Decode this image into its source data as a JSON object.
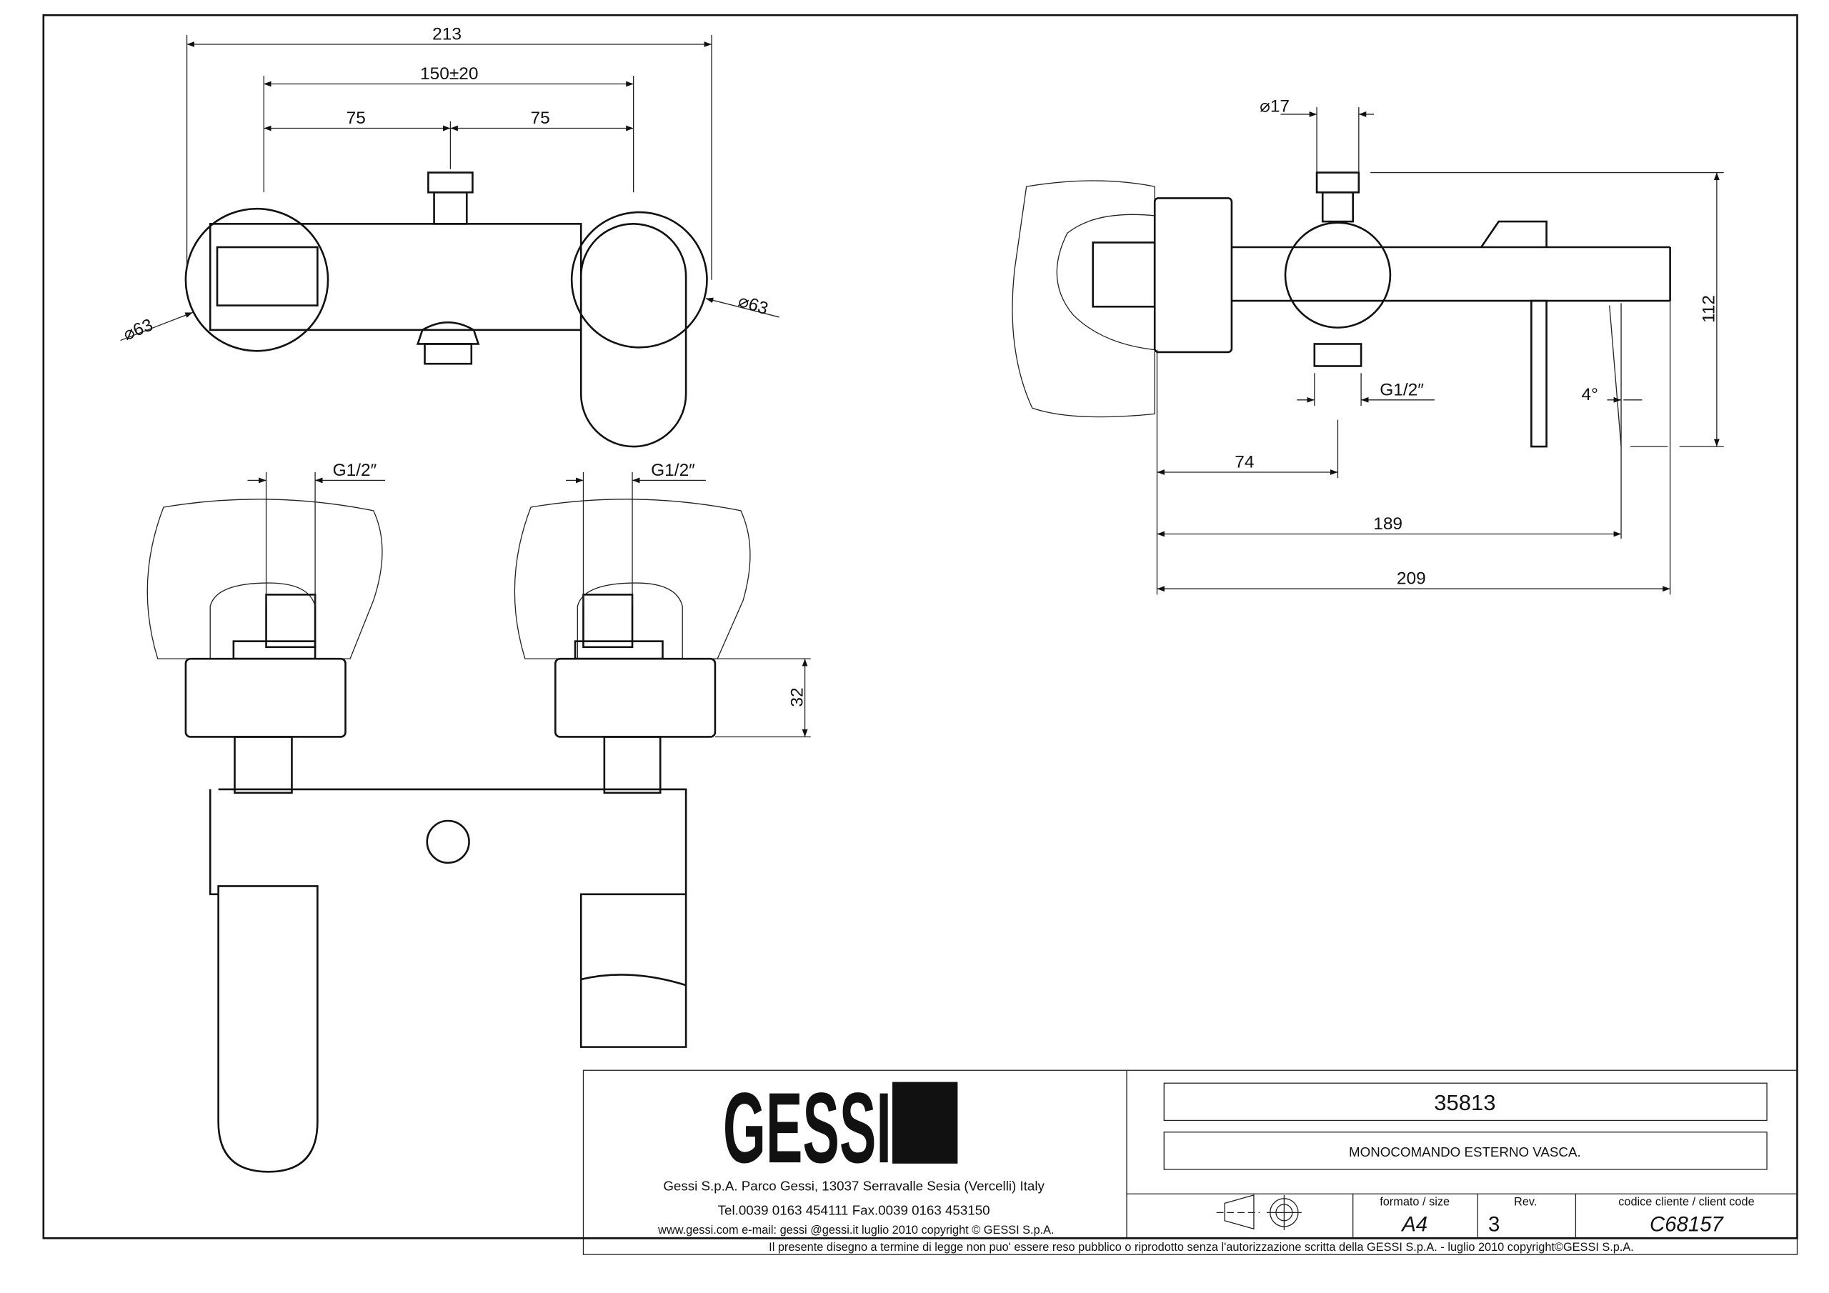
{
  "drawing": {
    "front_view": {
      "dim_total": "213",
      "dim_centers": "150±20",
      "dim_left": "75",
      "dim_right": "75",
      "dia_left": "⌀63",
      "dia_right": "⌀63"
    },
    "plan_view": {
      "thread_left": "G1/2″",
      "thread_right": "G1/2″",
      "dim_flange": "32"
    },
    "side_view": {
      "dia_nozzle": "⌀17",
      "thread": "G1/2″",
      "height": "112",
      "angle": "4°",
      "dim_74": "74",
      "dim_189": "189",
      "dim_209": "209"
    }
  },
  "title_block": {
    "logo": "GESSI",
    "address": "Gessi S.p.A. Parco Gessi, 13037 Serravalle Sesia (Vercelli) Italy",
    "phone": "Tel.0039  0163  454111  Fax.0039  0163  453150",
    "web_line": "www.gessi.com  e-mail:  gessi @gessi.it     luglio  2010     copyright © GESSI  S.p.A.",
    "code": "35813",
    "description": "MONOCOMANDO ESTERNO VASCA.",
    "format_label": "formato  /  size",
    "format_value": "A4",
    "rev_label": "Rev.",
    "rev_value": "3",
    "client_code_label": "codice  cliente  /  client  code",
    "client_code_value": "C68157",
    "disclaimer": "Il  presente  disegno  a  termine  di  legge  non  puo'  essere  reso  pubblico  o  riprodotto  senza  l'autorizzazione  scritta  della  GESSI  S.p.A.  -  luglio  2010   copyright©GESSI  S.p.A."
  }
}
